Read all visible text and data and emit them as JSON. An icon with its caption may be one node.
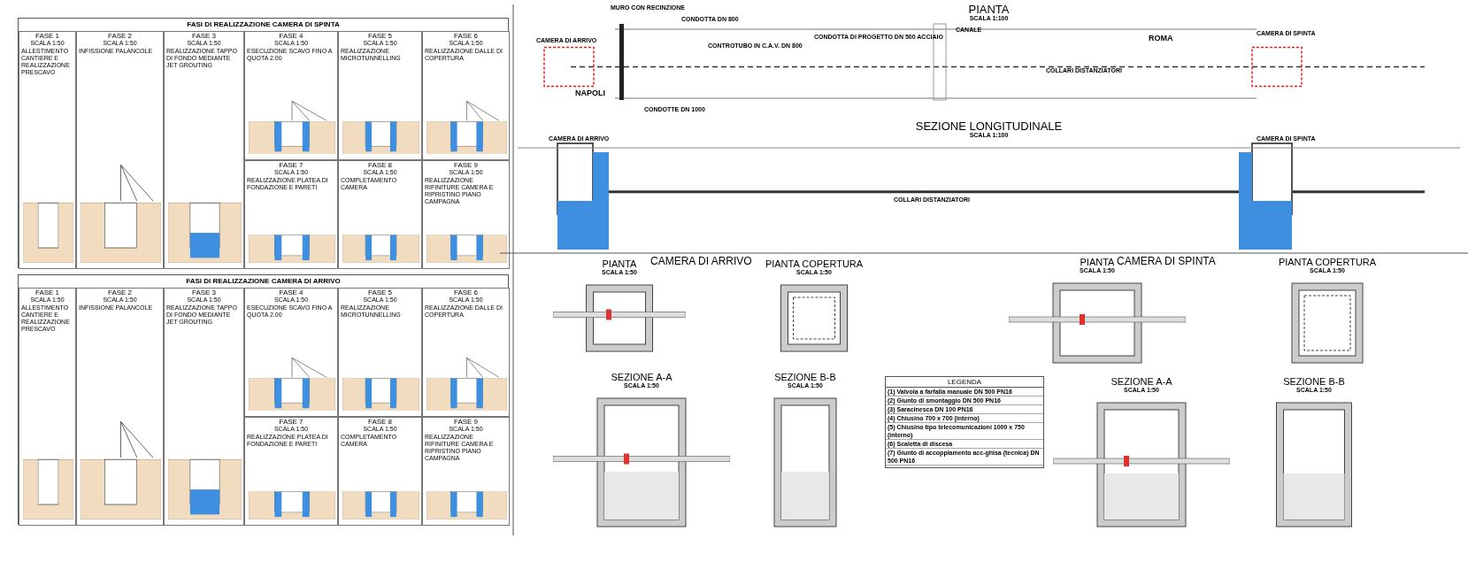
{
  "diagram": {
    "nodes": [
      {
        "text": [
          "FASI DI REALIZZAZIONE CAMERA DI SPINTA"
        ]
      },
      {
        "text": [
          "FASE 1",
          "SCALA 1:50",
          "ALLESTIMENTO CANTIERE E REALIZZAZIONE PRESCAVO"
        ],
        "in": 0
      },
      {
        "text": [
          "FASE 2",
          "SCALA 1:50",
          "INFISSIONE PALANCOLE"
        ],
        "in": 0
      },
      {
        "text": [
          "FASE 3",
          "SCALA 1:50",
          "REALIZZAZIONE TAPPO DI FONDO MEDIANTE JET GROUTING"
        ],
        "in": 0
      },
      {
        "text": [
          "FASE 4",
          "SCALA 1:50",
          "ESECUZIONE SCAVO FINO A QUOTA 2.00"
        ],
        "in": 0
      },
      {
        "text": [
          "FASE 5",
          "SCALA 1:50",
          "REALIZZAZIONE MICROTUNNELLING"
        ],
        "in": 0
      },
      {
        "text": [
          "FASE 6",
          "SCALA 1:50",
          "REALIZZAZIONE DALLE DI COPERTURA"
        ],
        "in": 0
      },
      {
        "text": [
          "FASE 7",
          "SCALA 1:50",
          "REALIZZAZIONE PLATEA DI FONDAZIONE E PARETI"
        ],
        "in": 0
      },
      {
        "text": [
          "FASE 8",
          "SCALA 1:50",
          "COMPLETAMENTO CAMERA"
        ],
        "in": 0
      },
      {
        "text": [
          "FASE 9",
          "SCALA 1:50",
          "REALIZZAZIONE RIFINITURE CAMERA E RIPRISTINO PIANO CAMPAGNA"
        ],
        "in": 0
      },
      {
        "text": [
          "FASI DI REALIZZAZIONE CAMERA DI ARRIVO"
        ]
      },
      {
        "text": [
          "FASE 1",
          "SCALA 1:50",
          "ALLESTIMENTO CANTIERE E REALIZZAZIONE PRESCAVO"
        ],
        "in": 10
      },
      {
        "text": [
          "FASE 2",
          "SCALA 1:50",
          "INFISSIONE PALANCOLE"
        ],
        "in": 10
      },
      {
        "text": [
          "FASE 3",
          "SCALA 1:50",
          "REALIZZAZIONE TAPPO DI FONDO MEDIANTE JET GROUTING"
        ],
        "in": 10
      },
      {
        "text": [
          "FASE 4",
          "SCALA 1:50",
          "ESECUZIONE SCAVO FINO A QUOTA 2.00"
        ],
        "in": 10
      },
      {
        "text": [
          "FASE 5",
          "SCALA 1:50",
          "REALIZZAZIONE MICROTUNNELLING"
        ],
        "in": 10
      },
      {
        "text": [
          "FASE 6",
          "SCALA 1:50",
          "REALIZZAZIONE DALLE DI COPERTURA"
        ],
        "in": 10
      },
      {
        "text": [
          "FASE 7",
          "SCALA 1:50",
          "REALIZZAZIONE PLATEA DI FONDAZIONE E PARETI"
        ],
        "in": 10
      },
      {
        "text": [
          "FASE 8",
          "SCALA 1:50",
          "COMPLETAMENTO CAMERA"
        ],
        "in": 10
      },
      {
        "text": [
          "FASE 9",
          "SCALA 1:50",
          "REALIZZAZIONE RIFINITURE CAMERA E RIPRISTINO PIANO CAMPAGNA"
        ],
        "in": 10
      },
      {
        "text": [
          "PIANTA",
          "SCALA 1:100"
        ]
      },
      {
        "text": [
          "SEZIONE LONGITUDINALE",
          "SCALA 1:100"
        ]
      },
      {
        "text": [
          "PIANTA",
          "SCALA 1:50"
        ]
      },
      {
        "text": [
          "PIANTA COPERTURA",
          "SCALA 1:50"
        ]
      },
      {
        "text": [
          "SEZIONE A-A",
          "SCALA 1:50"
        ]
      },
      {
        "text": [
          "SEZIONE B-B",
          "SCALA 1:50"
        ]
      },
      {
        "text": [
          "PIANTA",
          "SCALA 1:50"
        ]
      },
      {
        "text": [
          "PIANTA COPERTURA",
          "SCALA 1:50"
        ]
      },
      {
        "text": [
          "SEZIONE A-A",
          "SCALA 1:50"
        ]
      },
      {
        "text": [
          "SEZIONE B-B",
          "SCALA 1:50"
        ]
      }
    ],
    "labels": [
      "CAMERA DI ARRIVO",
      "CAMERA DI SPINTA",
      "LEGENDA",
      "MURO CON RECINZIONE",
      "CONDOTTA DN 800",
      "CAMERA DI ARRIVO",
      "NAPOLI",
      "CONTROTUBO IN C.A.V. DN 800",
      "CONDOTTA DI PROGETTO DN 500 ACCIAIO",
      "CANALE",
      "ROMA",
      "COLLARI DISTANZIATORI",
      "CAMERA DI SPINTA",
      "CONDOTTE DN 1000",
      "COLLARI DISTANZIATORI",
      "CAMERA DI ARRIVO",
      "CAMERA DI SPINTA"
    ],
    "legend": [
      {
        "text": "(1) Valvola a farfalla manuale DN 500 PN16"
      },
      {
        "text": "(2) Giunto di smontaggio DN 500 PN16"
      },
      {
        "text": "(3) Saracinesca DN 100 PN16"
      },
      {
        "text": "(4) Chiusino 700 x 700 (interno)"
      },
      {
        "text": "(5) Chiusino tipo telecomunicazioni 1000 x 750 (interno)"
      },
      {
        "text": "(6) Scaletta di discesa"
      },
      {
        "text": "(7) Giunto di accoppiamento acc-ghisa (tecnica) DN 500 PN16"
      }
    ]
  }
}
